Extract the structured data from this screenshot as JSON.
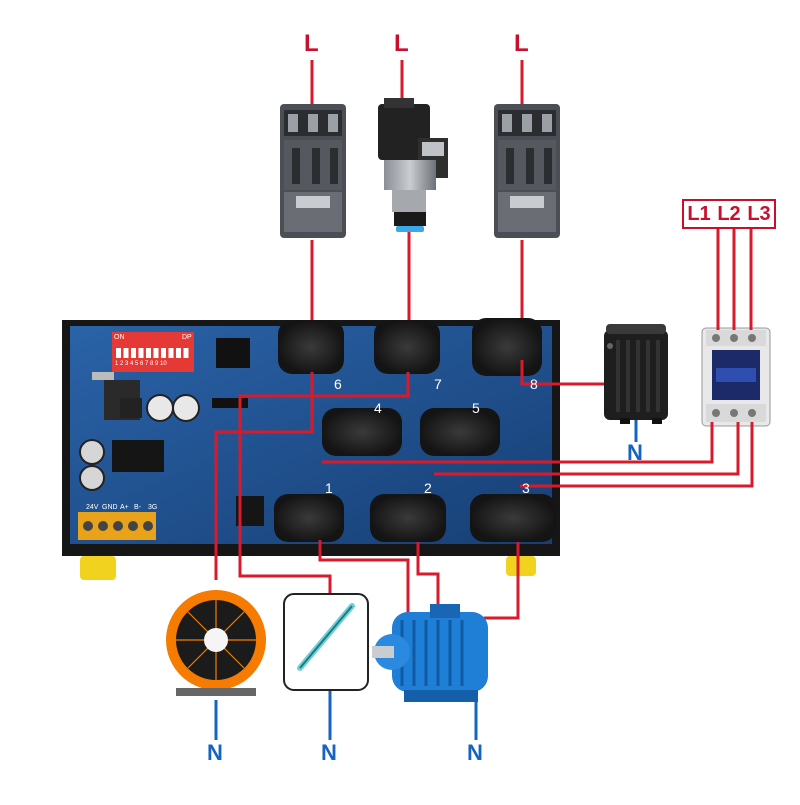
{
  "top_labels": [
    "L",
    "L",
    "L"
  ],
  "bottom_labels": [
    "N",
    "N",
    "N"
  ],
  "heater_label": "N",
  "phase_labels": [
    "L1",
    "L2",
    "L3"
  ],
  "channel_numbers": [
    "1",
    "2",
    "3",
    "4",
    "5",
    "6",
    "7",
    "8"
  ],
  "terminal_labels": [
    "24V",
    "GND",
    "A+",
    "B-",
    "3G"
  ],
  "dip_switch": {
    "on_label": "ON",
    "dp_label": "DP",
    "numbers": "1 2 3 4 5 6 7 8 9 10"
  },
  "colors": {
    "wire_red": "#d81b2c",
    "wire_blue": "#1565c0",
    "board": "#1d4f8f",
    "case": "#1b1b1b"
  }
}
